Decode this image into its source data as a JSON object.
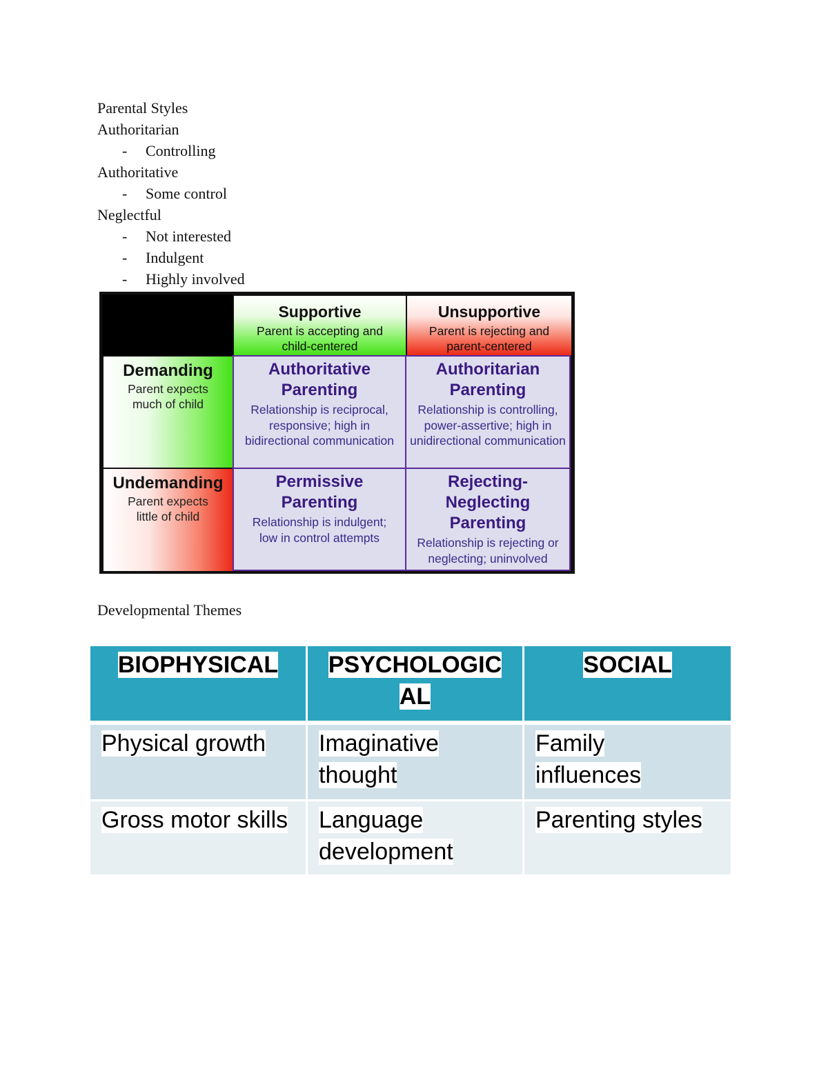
{
  "notes": {
    "title": "Parental Styles",
    "items": [
      {
        "label": "Authoritarian",
        "bullets": [
          "Controlling"
        ]
      },
      {
        "label": "Authoritative",
        "bullets": [
          "Some control"
        ]
      },
      {
        "label": "Neglectful",
        "bullets": [
          "Not interested",
          "Indulgent",
          "Highly involved"
        ]
      }
    ],
    "dash": "-"
  },
  "matrix": {
    "supportive": {
      "title": "Supportive",
      "subtitle": "Parent is accepting and child-centered"
    },
    "unsupportive": {
      "title": "Unsupportive",
      "subtitle": "Parent is rejecting and parent-centered"
    },
    "demanding": {
      "title": "Demanding",
      "subtitle": "Parent expects much of child"
    },
    "undemanding": {
      "title": "Undemanding",
      "subtitle": "Parent expects little of child"
    },
    "authoritative": {
      "title": "Authoritative Parenting",
      "desc": "Relationship is reciprocal, responsive; high in bidirectional communication"
    },
    "authoritarian": {
      "title": "Authoritarian Parenting",
      "desc": "Relationship is controlling, power-assertive; high in unidirectional communication"
    },
    "permissive": {
      "title": "Permissive Parenting",
      "desc": "Relationship is indulgent; low in control attempts"
    },
    "rejecting": {
      "title": "Rejecting-Neglecting Parenting",
      "desc": "Relationship is rejecting or neglecting; uninvolved"
    },
    "colors": {
      "supportive_green": "#45e018",
      "unsupportive_red": "#ec2a18",
      "cell_bg": "#ddddee",
      "cell_text": "#3a1a80"
    }
  },
  "themes": {
    "title": "Developmental Themes",
    "headers": [
      "BIOPHYSICAL",
      "PSYCHOLOGICAL",
      "SOCIAL"
    ],
    "rows": [
      [
        "Physical growth",
        "Imaginative thought",
        "Family influences"
      ],
      [
        "Gross motor skills",
        "Language development",
        "Parenting styles"
      ]
    ],
    "colors": {
      "header_bg": "#2ba4c0",
      "row1_bg": "#cfe0e8",
      "row2_bg": "#e8eff3"
    }
  }
}
